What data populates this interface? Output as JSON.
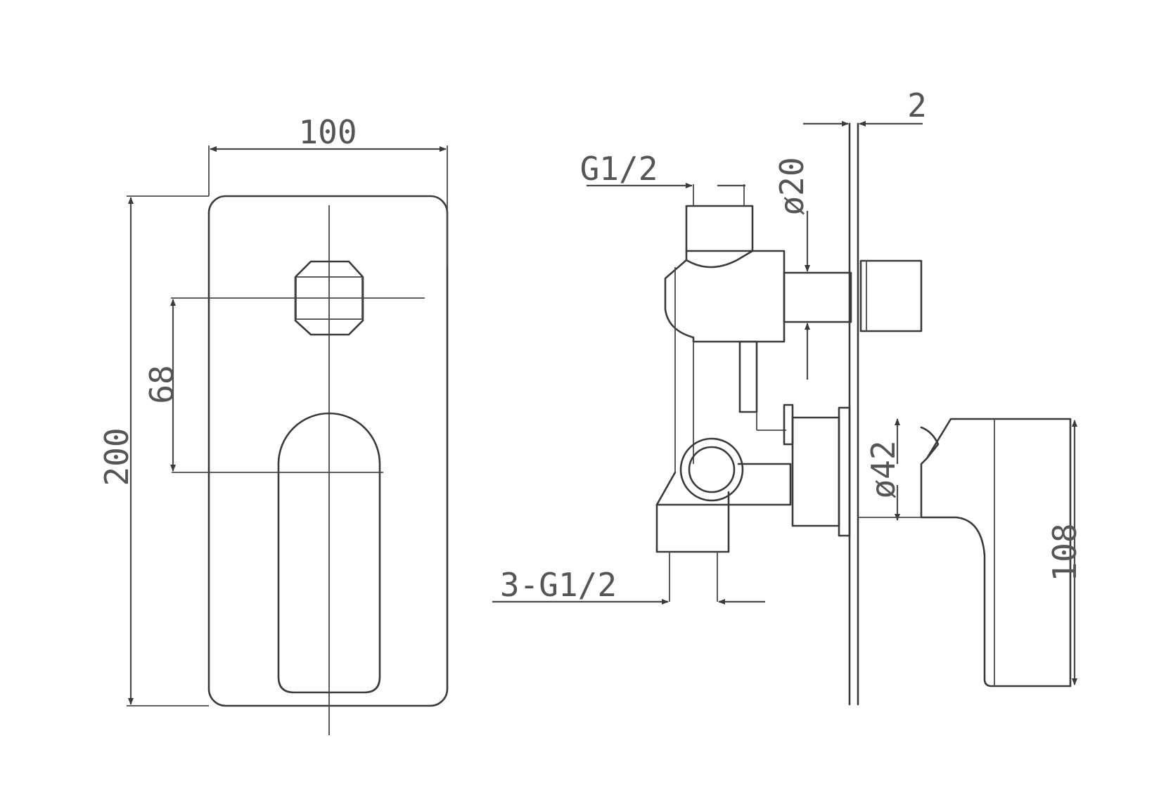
{
  "front_view": {
    "width_dim": "100",
    "height_dim": "200",
    "center_dim": "68"
  },
  "side_view": {
    "top_thread": "G1/2",
    "plate_thickness": "2",
    "top_diameter": "ø20",
    "spindle_diameter": "ø42",
    "bottom_thread": "3-G1/2",
    "handle_height": "108"
  }
}
